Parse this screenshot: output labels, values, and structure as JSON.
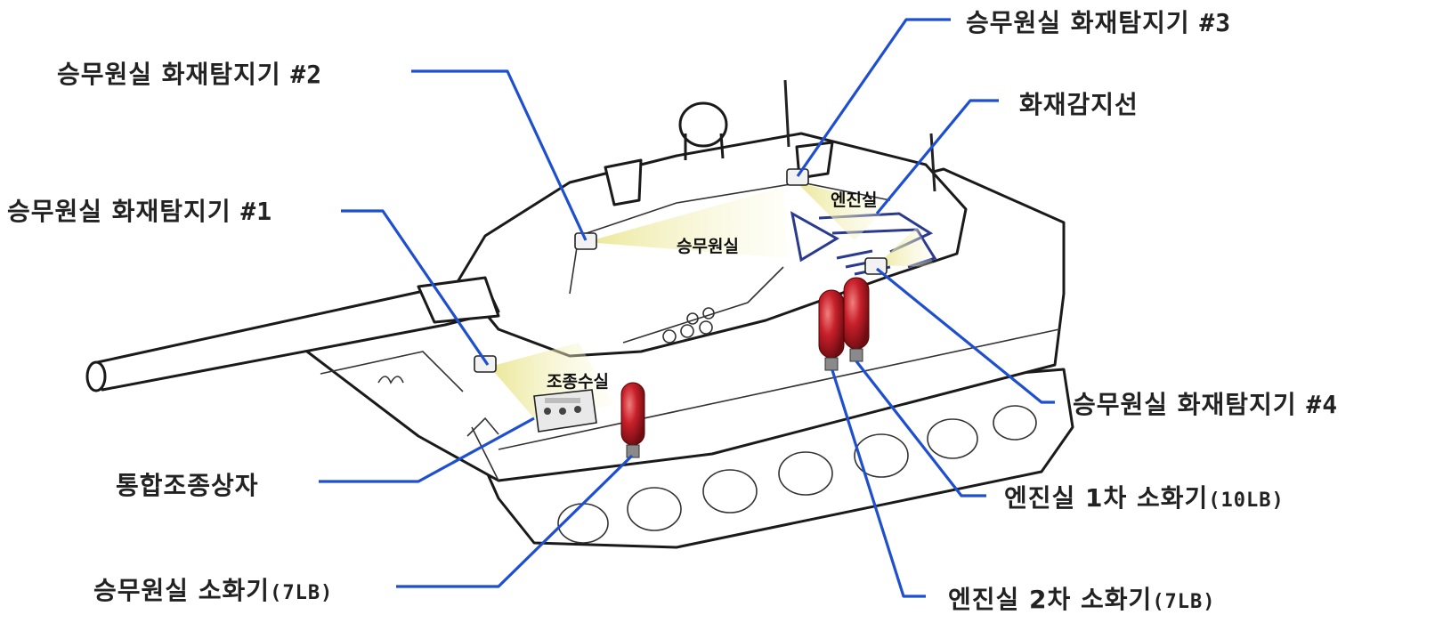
{
  "callouts": {
    "crew_detector_1": {
      "name": "승무원실 화재탐지기",
      "number": "#1"
    },
    "crew_detector_2": {
      "name": "승무원실 화재탐지기",
      "number": "#2"
    },
    "crew_detector_3": {
      "name": "승무원실 화재탐지기",
      "number": "#3"
    },
    "crew_detector_4": {
      "name": "승무원실 화재탐지기",
      "number": "#4"
    },
    "fire_sensing_wire": {
      "name": "화재감지선"
    },
    "integrated_control_box": {
      "name": "통합조종상자"
    },
    "crew_extinguisher": {
      "name": "승무원실 소화기",
      "unit": "(7LB)"
    },
    "engine_extinguisher_1": {
      "name": "엔진실 1차 소화기",
      "unit": "(10LB)"
    },
    "engine_extinguisher_2": {
      "name": "엔진실 2차 소화기",
      "unit": "(7LB)"
    }
  },
  "zones": {
    "crew_compartment": "승무원실",
    "engine_compartment": "엔진실",
    "driver_compartment": "조종수실"
  },
  "colors": {
    "leader_line": "#1f4fd1",
    "extinguisher_red": "#c8202a",
    "detection_cone": "#f3f1b8",
    "sensing_wire": "#2a3a8f"
  }
}
